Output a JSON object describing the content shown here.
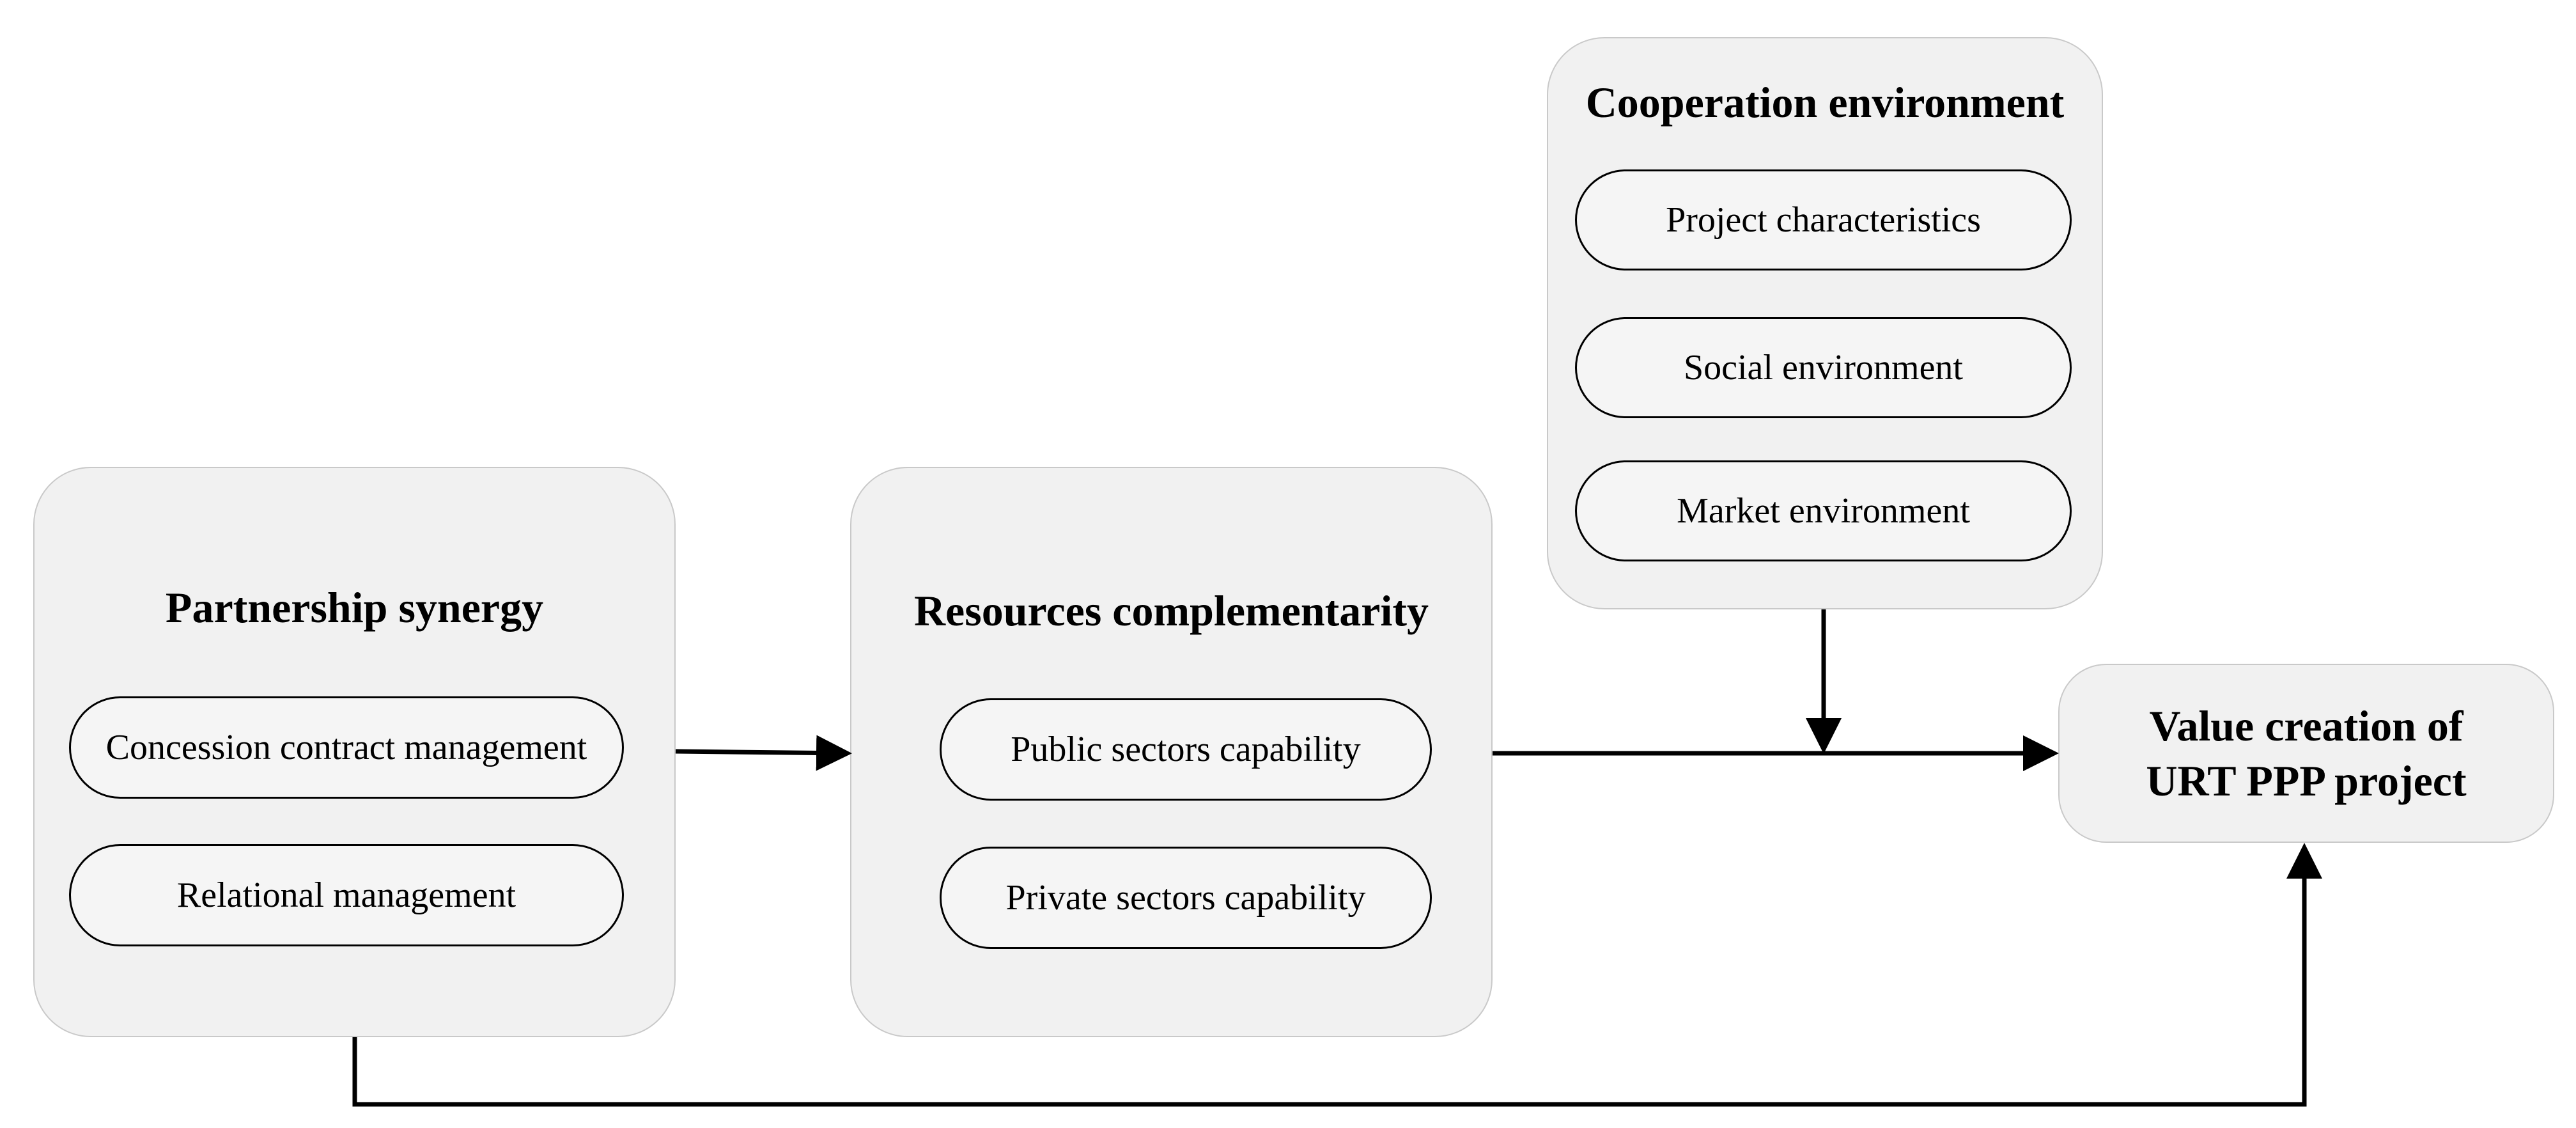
{
  "partnership": {
    "title": "Partnership synergy",
    "items": [
      "Concession contract management",
      "Relational management"
    ]
  },
  "resources": {
    "title": "Resources complementarity",
    "items": [
      "Public sectors capability",
      "Private sectors capability"
    ]
  },
  "cooperation": {
    "title": "Cooperation environment",
    "items": [
      "Project characteristics",
      "Social environment",
      "Market environment"
    ]
  },
  "outcome": {
    "line1": "Value creation of",
    "line2": "URT PPP project"
  }
}
